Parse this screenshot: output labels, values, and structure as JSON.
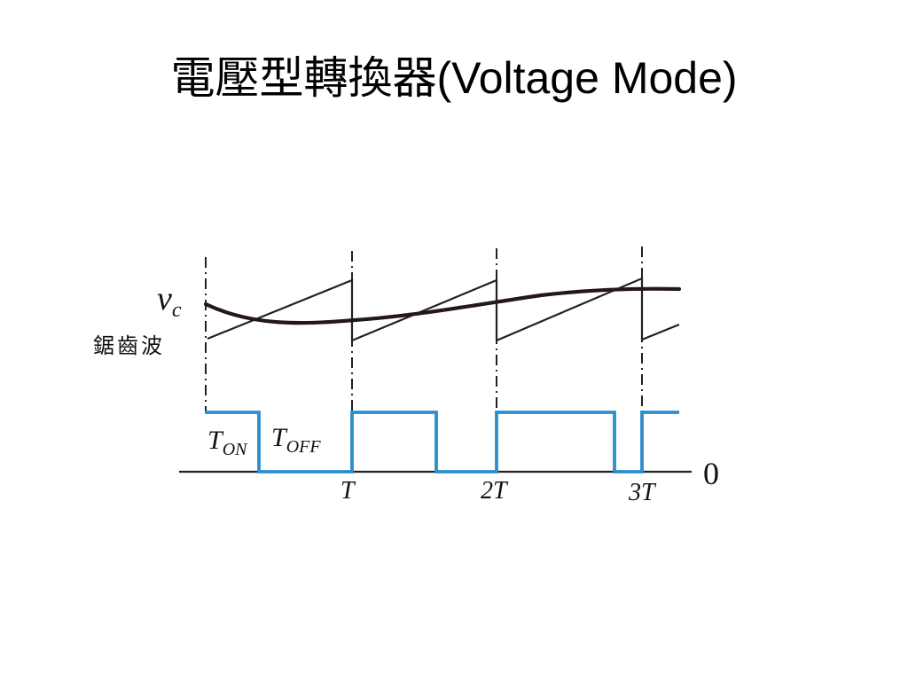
{
  "slide": {
    "title": "電壓型轉換器(Voltage Mode)"
  },
  "diagram": {
    "vc_label": "v",
    "vc_subscript": "c",
    "sawtooth_label": "鋸齒波",
    "ton_label": "T",
    "ton_subscript": "ON",
    "toff_label": "T",
    "toff_subscript": "OFF",
    "tick_T": "T",
    "tick_2T": "2T",
    "tick_3T": "3T",
    "zero_label": "0"
  },
  "colors": {
    "pulse": "#2a8fcb",
    "waveform": "#222222",
    "control_voltage": "#231815"
  }
}
